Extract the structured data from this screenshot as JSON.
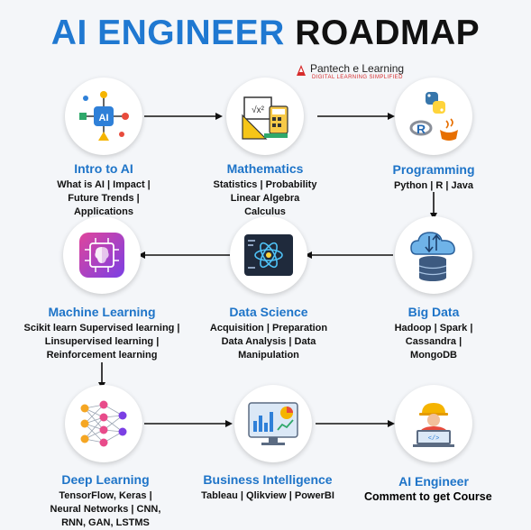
{
  "header": {
    "title_part1": "AI ENGINEER",
    "title_part2": "ROADMAP"
  },
  "brand": {
    "name": "Pantech e Learning",
    "tagline": "DIGITAL LEARNING SIMPLIFIED"
  },
  "nodes": [
    {
      "title": "Intro to AI",
      "icon": "ai-network-icon",
      "lines": [
        "What is AI | Impact |",
        "Future Trends |",
        "Applications"
      ]
    },
    {
      "title": "Mathematics",
      "icon": "math-tools-icon",
      "lines": [
        "Statistics | Probability",
        "Linear Algebra",
        "Calculus"
      ]
    },
    {
      "title": "Programming",
      "icon": "programming-languages-icon",
      "lines": [
        "Python | R | Java"
      ]
    },
    {
      "title": "Big Data",
      "icon": "cloud-database-icon",
      "lines": [
        "Hadoop | Spark |",
        "Cassandra |",
        "MongoDB"
      ]
    },
    {
      "title": "Data Science",
      "icon": "data-atom-icon",
      "lines": [
        "Acquisition | Preparation",
        "Data Analysis | Data",
        "Manipulation"
      ]
    },
    {
      "title": "Machine Learning",
      "icon": "chip-brain-icon",
      "lines": [
        "Scikit learn Supervised learning |",
        "Linsupervised learning |",
        "Reinforcement learning"
      ]
    },
    {
      "title": "Deep Learning",
      "icon": "neural-network-icon",
      "lines": [
        "TensorFlow, Keras |",
        "Neural Networks | CNN,",
        "RNN, GAN, LSTMS"
      ]
    },
    {
      "title": "Business Intelligence",
      "icon": "dashboard-monitor-icon",
      "lines": [
        "Tableau | Qlikview | PowerBI"
      ]
    },
    {
      "title": "AI Engineer",
      "icon": "engineer-icon",
      "lines": []
    }
  ],
  "cta": "Comment to get Course",
  "colors": {
    "blue": "#1f78d1",
    "title_dark": "#111111",
    "brand_red": "#d62b2b"
  }
}
